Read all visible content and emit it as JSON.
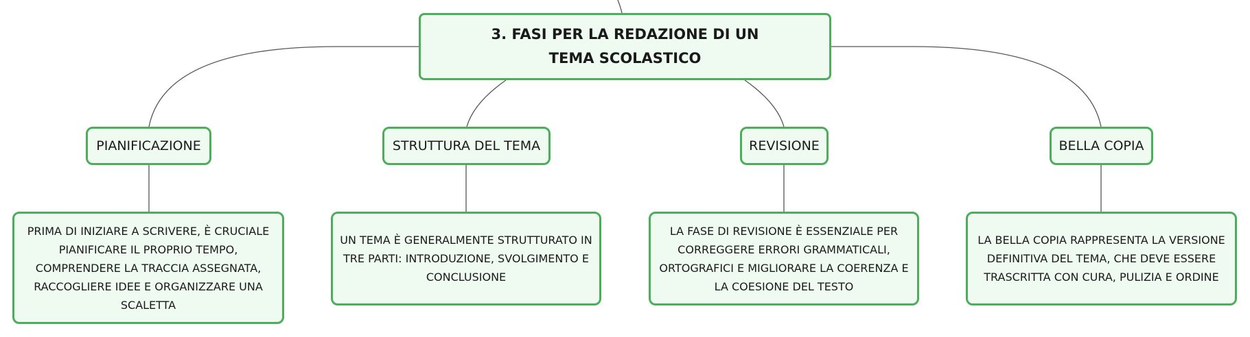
{
  "root": {
    "title": "3. FASI PER LA REDAZIONE DI UN TEMA SCOLASTICO"
  },
  "branches": [
    {
      "label": "PIANIFICAZIONE",
      "detail": "PRIMA DI INIZIARE A SCRIVERE, È CRUCIALE PIANIFICARE IL PROPRIO TEMPO, COMPRENDERE LA TRACCIA ASSEGNATA, RACCOGLIERE IDEE E ORGANIZZARE UNA SCALETTA"
    },
    {
      "label": "STRUTTURA DEL TEMA",
      "detail": "UN TEMA È GENERALMENTE STRUTTURATO IN TRE PARTI: INTRODUZIONE, SVOLGIMENTO E CONCLUSIONE"
    },
    {
      "label": "REVISIONE",
      "detail": "LA FASE DI REVISIONE È ESSENZIALE PER CORREGGERE ERRORI GRAMMATICALI, ORTOGRAFICI E MIGLIORARE LA COERENZA E LA COESIONE DEL TESTO"
    },
    {
      "label": "BELLA COPIA",
      "detail": "LA BELLA COPIA RAPPRESENTA LA VERSIONE DEFINITIVA DEL TEMA, CHE DEVE ESSERE TRASCRITTA CON CURA, PULIZIA E ORDINE"
    }
  ],
  "colors": {
    "node_border": "#4cad5b",
    "node_fill": "#effaf1",
    "connector": "#555555"
  }
}
